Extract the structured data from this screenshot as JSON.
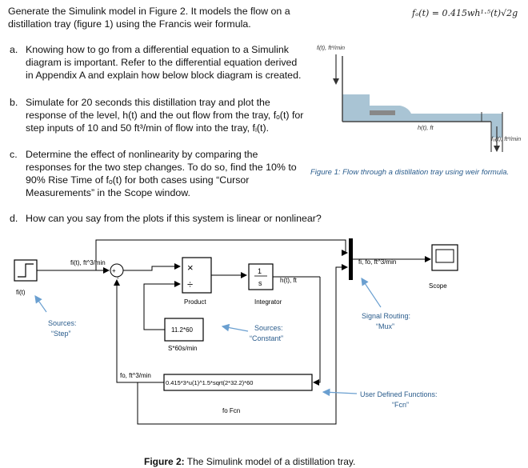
{
  "intro": "Generate the Simulink model in Figure 2. It models the flow on a distillation tray (figure 1) using the Francis weir formula.",
  "formula": "fₒ(t) = 0.415wh¹⋅⁵(t)√2g",
  "questions": [
    {
      "label": "a.",
      "text": "Knowing how to go from a differential equation to a Simulink diagram is important. Refer to the differential equation derived in Appendix A and explain how below block diagram is created."
    },
    {
      "label": "b.",
      "text": "Simulate for 20 seconds this distillation tray and plot the response of the level, h(t) and the out flow from the tray, fₒ(t) for step inputs of 10 and 50 ft³/min of flow into the tray, fᵢ(t)."
    },
    {
      "label": "c.",
      "text": "Determine the effect of nonlinearity by comparing the responses for the two step changes. To do so, find the 10% to 90% Rise Time of fₒ(t) for both cases using “Cursor Measurements” in the Scope window."
    },
    {
      "label": "d.",
      "text": "How can you say from the plots if this system is linear or nonlinear?"
    }
  ],
  "figure1": {
    "caption": "Figure 1: Flow through a distillation tray using weir formula.",
    "inflow_label": "fᵢ(t), ft³/min",
    "level_label": "h(t), ft",
    "outflow_label": "fₒ(t), ft³/min"
  },
  "diagram": {
    "step_label": "fi(t)",
    "signal_fi": "fi(t), ft^3/min",
    "product_label": "Product",
    "product_x": "×",
    "product_div": "÷",
    "integrator_num": "1",
    "integrator_den": "s",
    "integrator_label": "Integrator",
    "signal_h": "h(t), ft",
    "constant_value": "11.2*60",
    "constant_label": "S*60s/min",
    "signal_fo": "fo, ft^3/min",
    "fcn_expr": "0.415*3*u(1)^1.5*sqrt(2*32.2)*60",
    "fcn_label": "fo Fcn",
    "mux_label": "fi, fo, ft^3/min",
    "scope_label": "Scope",
    "ann_step": "Sources:\n“Step”",
    "ann_step_1": "Sources:",
    "ann_step_2": "“Step”",
    "ann_const_1": "Sources:",
    "ann_const_2": "“Constant”",
    "ann_mux_1": "Signal Routing:",
    "ann_mux_2": "“Mux”",
    "ann_fcn_1": "User Defined Functions:",
    "ann_fcn_2": "“Fcn”"
  },
  "figure2_caption_bold": "Figure 2:",
  "figure2_caption_rest": " The Simulink model of a distillation tray.",
  "colors": {
    "annotation": "#2a5c8c",
    "liquid": "#a9c4d4",
    "arrow_blue": "#6a9fd0"
  }
}
